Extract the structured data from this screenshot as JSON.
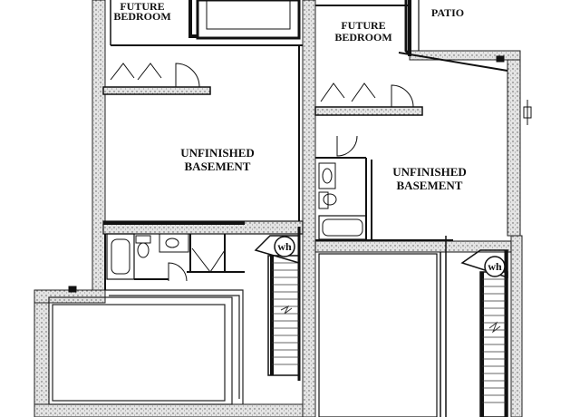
{
  "rooms": {
    "future_bedroom_left": [
      "FUTURE",
      "BEDROOM"
    ],
    "future_bedroom_right": [
      "FUTURE",
      "BEDROOM"
    ],
    "patio": "PATIO",
    "unfinished_basement_left": [
      "UNFINISHED",
      "BASEMENT"
    ],
    "unfinished_basement_right": [
      "UNFINISHED",
      "BASEMENT"
    ]
  },
  "fixtures": {
    "water_heater_left": "wh",
    "water_heater_right": "wh"
  },
  "colors": {
    "wall": "#111111",
    "stipple_fill": "#d9d9d9",
    "background": "#ffffff"
  }
}
